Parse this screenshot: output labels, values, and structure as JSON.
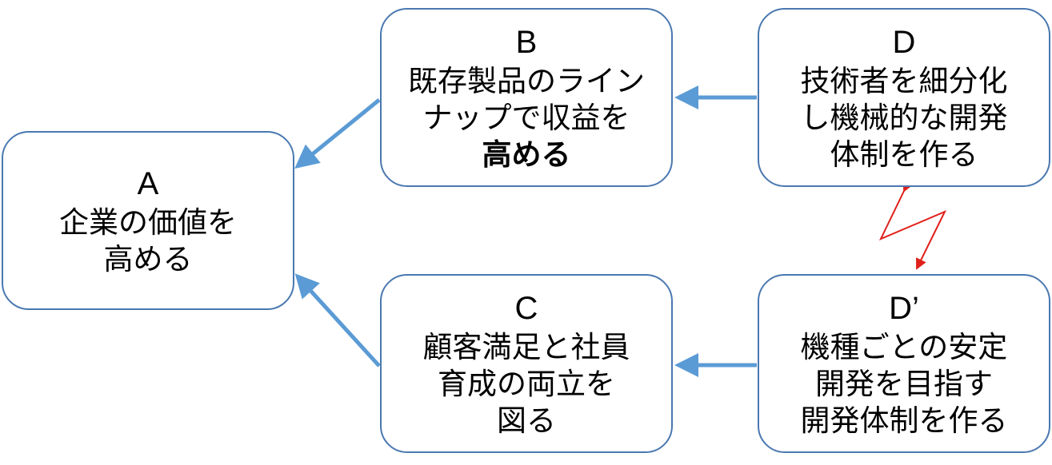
{
  "colors": {
    "box_border": "#4a78b0",
    "arrow": "#5b9bd5",
    "conflict_arrow": "#e0201a"
  },
  "boxes": {
    "a": {
      "letter": "A",
      "lines": [
        "企業の価値を",
        "高める"
      ]
    },
    "b": {
      "letter": "B",
      "lines": [
        "既存製品のライン",
        "ナップで収益を",
        "高める"
      ]
    },
    "c": {
      "letter": "C",
      "lines": [
        "顧客満足と社員",
        "育成の両立を",
        "図る"
      ]
    },
    "d": {
      "letter": "D",
      "lines": [
        "技術者を細分化",
        "し機械的な開発",
        "体制を作る"
      ]
    },
    "d_prime": {
      "letter": "D’",
      "lines": [
        "機種ごとの安定",
        "開発を目指す",
        "開発体制を作る"
      ]
    }
  },
  "connections": [
    {
      "from": "B",
      "to": "A"
    },
    {
      "from": "C",
      "to": "A"
    },
    {
      "from": "D",
      "to": "B"
    },
    {
      "from": "D’",
      "to": "C"
    },
    {
      "from": "D",
      "to": "D’",
      "style": "conflict"
    }
  ]
}
